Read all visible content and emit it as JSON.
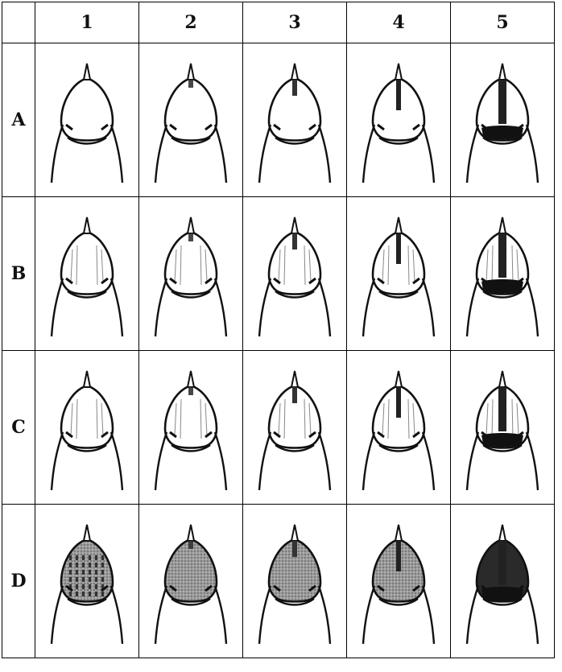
{
  "columns": [
    "1",
    "2",
    "3",
    "4",
    "5"
  ],
  "rows": [
    {
      "label": "A",
      "fill": "plain",
      "lines": false,
      "marks": [
        0,
        1,
        2,
        3,
        4
      ]
    },
    {
      "label": "B",
      "fill": "plain",
      "lines": true,
      "marks": [
        0,
        1,
        2,
        3,
        4
      ]
    },
    {
      "label": "C",
      "fill": "plain",
      "lines": true,
      "marks": [
        0,
        1,
        2,
        3,
        4
      ]
    },
    {
      "label": "D",
      "fill": "dense",
      "lines": false,
      "marks": [
        0,
        1,
        2,
        3,
        4
      ]
    }
  ],
  "colors": {
    "ink": "#111111",
    "paper": "#ffffff",
    "shade": "#9a9a9a",
    "dark": "#2a2a2a"
  }
}
